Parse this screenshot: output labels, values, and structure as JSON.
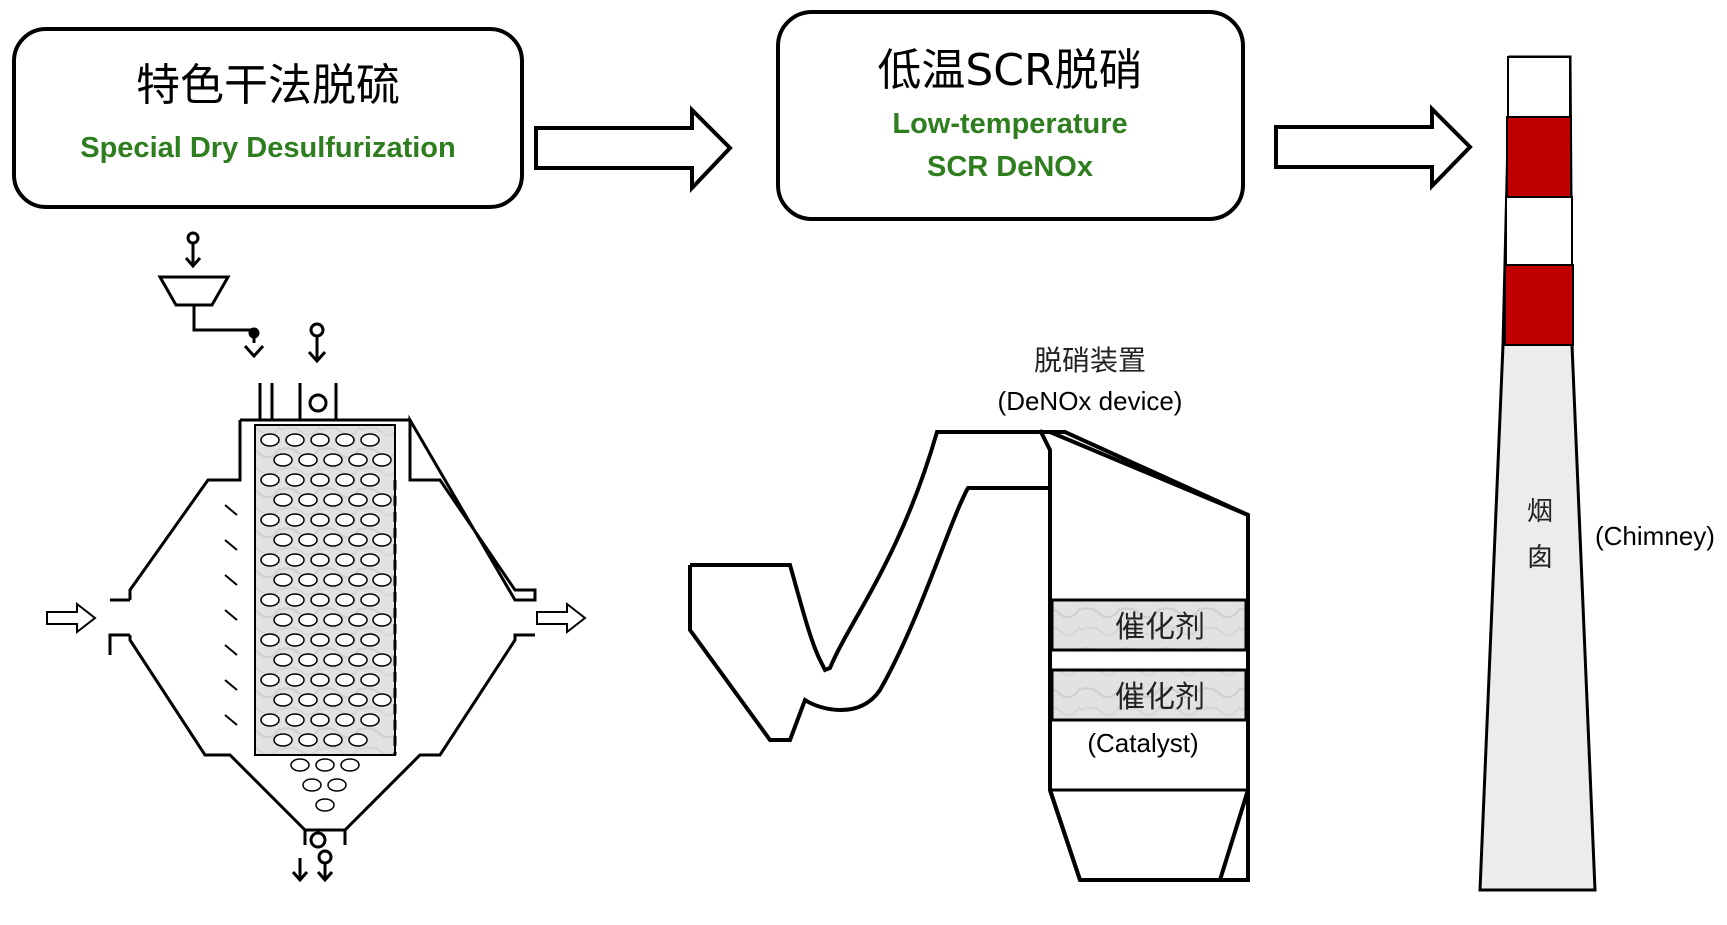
{
  "stages": [
    {
      "title_cn": "特色干法脱硫",
      "title_en": "Special Dry Desulfurization"
    },
    {
      "title_cn": "低温SCR脱硝",
      "title_en_line1": "Low-temperature",
      "title_en_line2": "SCR DeNOx"
    }
  ],
  "denox_device": {
    "label_cn": "脱硝装置",
    "label_en": "(DeNOx device)"
  },
  "catalyst": {
    "layer1_cn": "催化剂",
    "layer2_cn": "催化剂",
    "label_en": "(Catalyst)"
  },
  "chimney": {
    "label_cn_1": "烟",
    "label_cn_2": "囱",
    "label_en": "(Chimney)"
  },
  "colors": {
    "stripe_red": "#c00000",
    "sub_green": "#2e7d1f"
  }
}
